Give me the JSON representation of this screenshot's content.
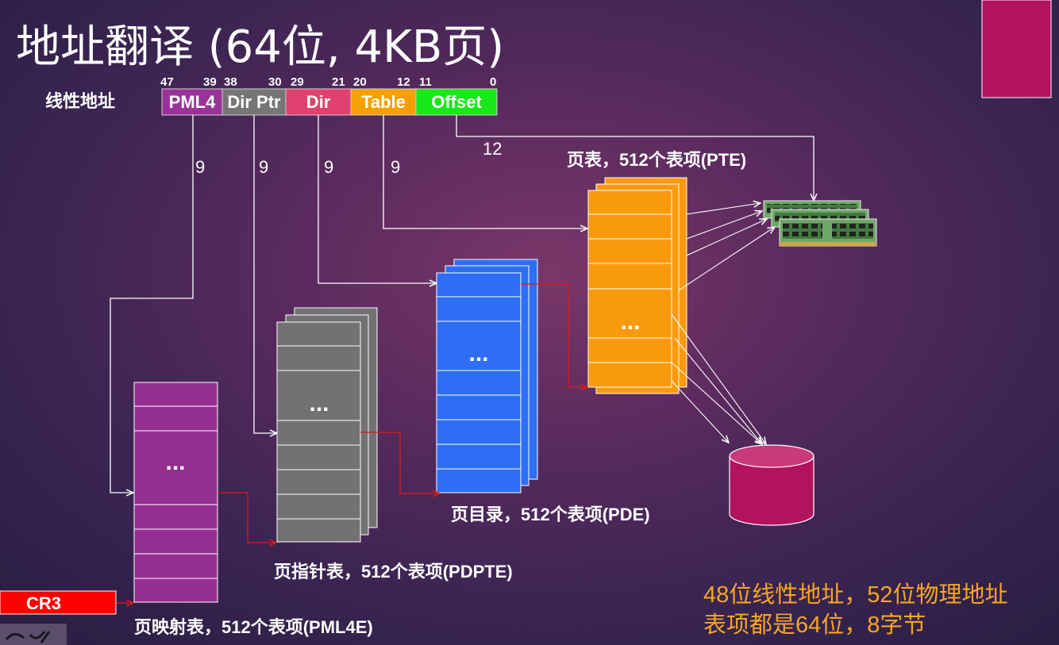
{
  "title": "地址翻译 (64位, 4KB页)",
  "linear_label": "线性地址",
  "fields": [
    {
      "label": "PML4",
      "color": "#993399"
    },
    {
      "label": "Dir Ptr",
      "color": "#767676"
    },
    {
      "label": "Dir",
      "color": "#e0406f"
    },
    {
      "label": "Table",
      "color": "#f5a000"
    },
    {
      "label": "Offset",
      "color": "#18e818"
    }
  ],
  "bit_labels": [
    "47",
    "39",
    "38",
    "30",
    "29",
    "21",
    "20",
    "12",
    "11",
    "0"
  ],
  "index_bits": [
    "9",
    "9",
    "9",
    "9"
  ],
  "offset_bits": "12",
  "tables": [
    {
      "caption": "页映射表，512个表项(PML4E)",
      "color": "#952f8f",
      "ellipsis": "..."
    },
    {
      "caption": "页指针表，512个表项(PDPTE)",
      "color": "#727272",
      "ellipsis": "..."
    },
    {
      "caption": "页目录，512个表项(PDE)",
      "color": "#2e6ef6",
      "ellipsis": "..."
    },
    {
      "caption": "页表，512个表项(PTE)",
      "color": "#f99a0c",
      "ellipsis": "..."
    }
  ],
  "cr3_label": "CR3",
  "note_lines": [
    "48位线性地址，52位物理地址",
    "表项都是64位，8字节"
  ],
  "colors": {
    "accent": "#b3125e",
    "note": "#f5a623",
    "red_line": "#e01818",
    "cr3": "#ff0000"
  }
}
